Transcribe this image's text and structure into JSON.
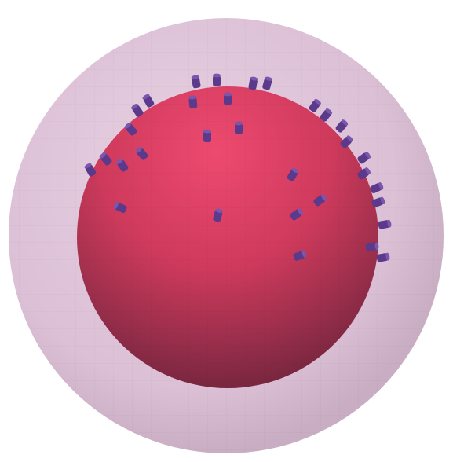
{
  "scene": {
    "background_color": "#ffffff",
    "outer_shell": {
      "shape": "sphere",
      "style": "translucent",
      "fill_color": "#dcc0d6",
      "edge_shade_color": "#c9aec3"
    },
    "inner_sphere": {
      "shape": "sphere",
      "highlight_color": "#ee4a70",
      "base_color": "#cf3a5c",
      "shadow_color": "#6a2238"
    },
    "markers": {
      "shape": "short cylinders",
      "color": "#5b3a8c",
      "cap_color": "#7a56ad",
      "visible_count": 35
    }
  }
}
